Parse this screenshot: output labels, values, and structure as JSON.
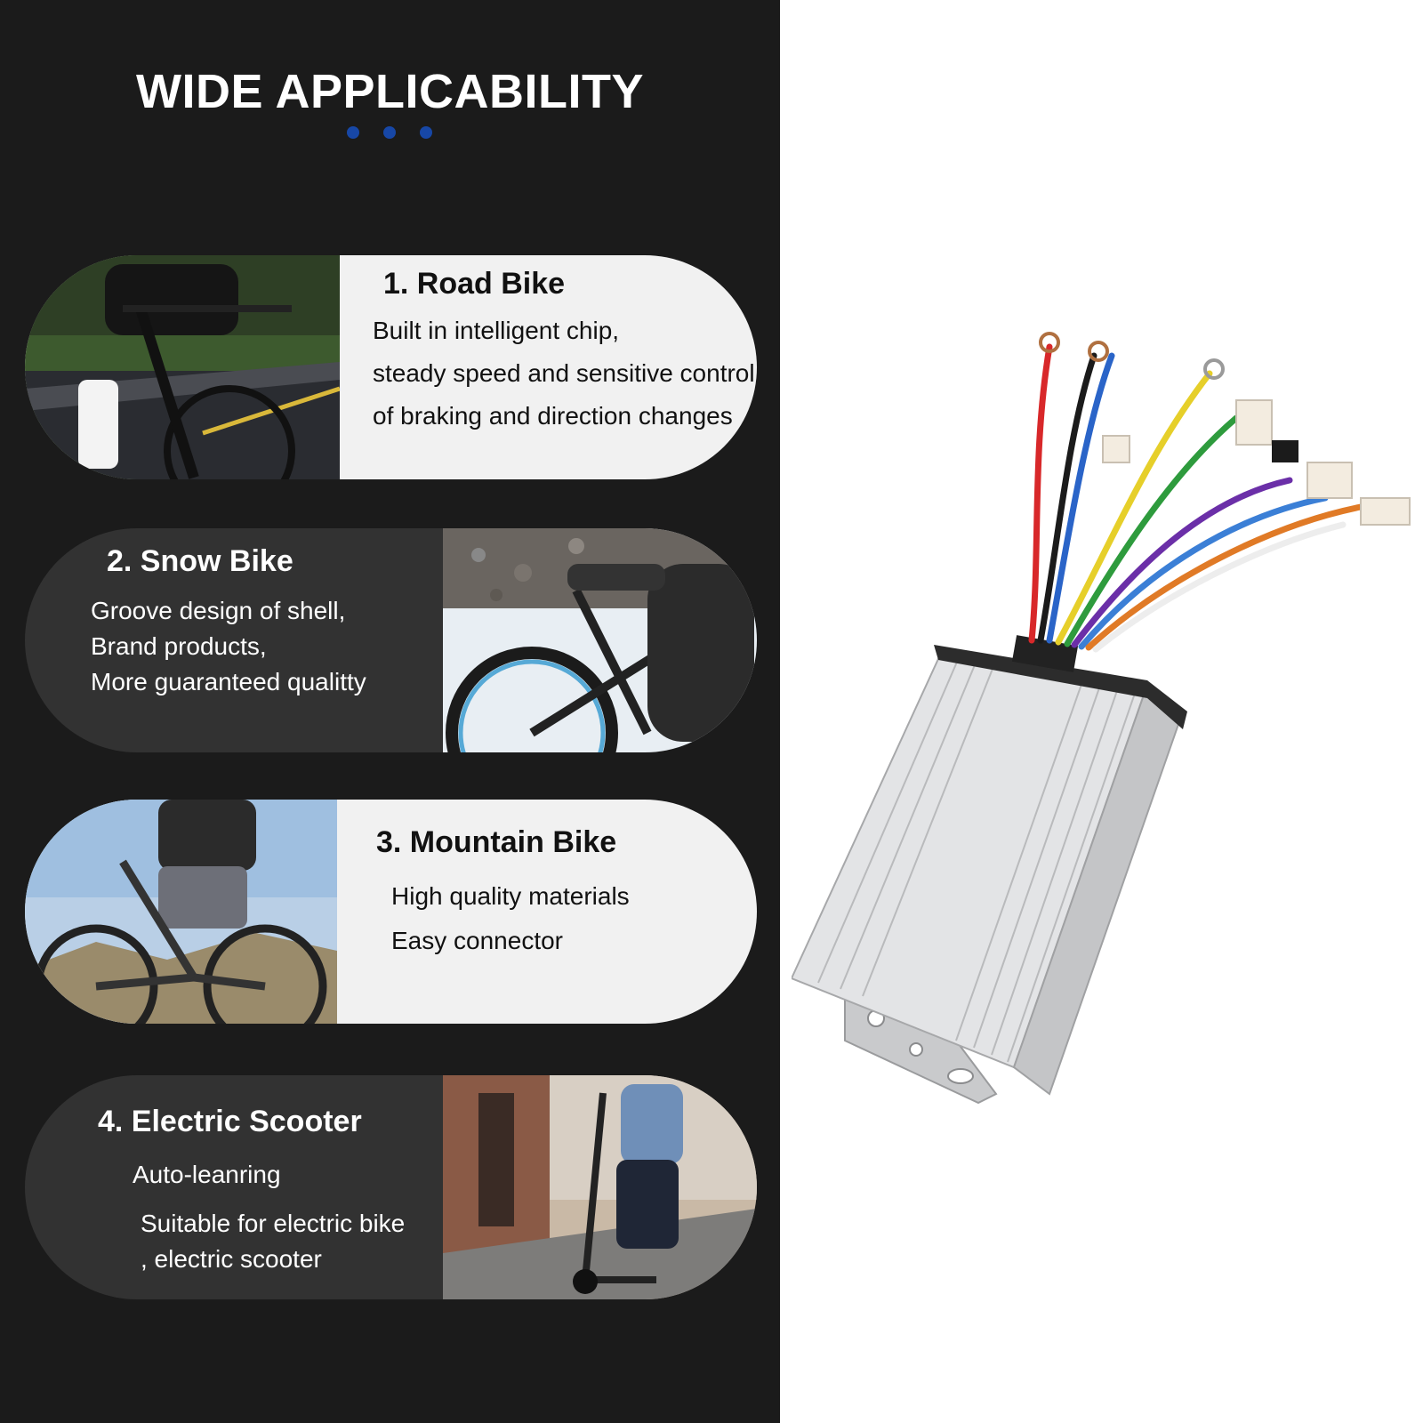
{
  "heading": "WIDE APPLICABILITY",
  "accent_color": "#1747a6",
  "cards": [
    {
      "title": "1. Road Bike",
      "lines": [
        "Built in intelligent chip,",
        "steady speed and sensitive control",
        "of braking and direction changes"
      ],
      "photo": "road-bike-photo"
    },
    {
      "title": "2. Snow Bike",
      "lines": [
        "Groove design of shell,",
        "Brand products,",
        "More guaranteed qualitty"
      ],
      "photo": "snow-bike-photo"
    },
    {
      "title": "3. Mountain Bike",
      "lines": [
        "High quality materials",
        "Easy connector"
      ],
      "photo": "mountain-bike-photo"
    },
    {
      "title": "4. Electric Scooter",
      "lines": [
        "Auto-leanring",
        "Suitable for electric bike",
        ", electric scooter"
      ],
      "photo": "electric-scooter-photo"
    }
  ],
  "product_image": "motor-controller-photo"
}
